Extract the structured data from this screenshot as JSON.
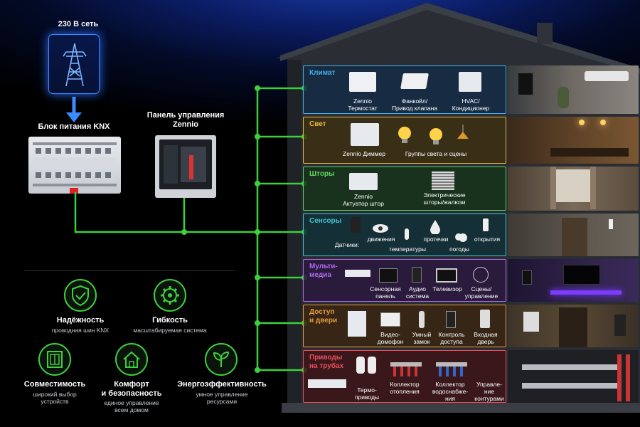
{
  "power": {
    "title": "230 В сеть"
  },
  "psu": {
    "title": "Блок питания KNX"
  },
  "panel": {
    "title_line1": "Панель управления",
    "title_line2": "Zennio"
  },
  "rooms": {
    "climate": {
      "title": "Климат",
      "i1": "Zennio",
      "i1b": "Термостат",
      "i2": "Фанкойл/",
      "i2b": "Привод клапана",
      "i3": "HVAC/",
      "i3b": "Кондиционер"
    },
    "light": {
      "title": "Свет",
      "i1": "Zennio Диммер",
      "i2": "Группы света и сцены"
    },
    "blinds": {
      "title": "Шторы",
      "i1": "Zennio",
      "i1b": "Актуатор штор",
      "i2": "Электрические",
      "i2b": "шторы/жалюзи"
    },
    "sensors": {
      "title": "Сенсоры",
      "prefix": "Датчики:",
      "i1": "движения",
      "i2": "температуры",
      "i3": "протечки",
      "i4": "погоды",
      "i5": "открытия"
    },
    "media": {
      "title_line1": "Мульти-",
      "title_line2": "медиа",
      "i1": "Сенсорная",
      "i1b": "панель",
      "i2": "Аудио",
      "i2b": "система",
      "i3": "Телевизор",
      "i4": "Сцены/",
      "i4b": "управление"
    },
    "access": {
      "title_line1": "Доступ",
      "title_line2": "и двери",
      "i1": "Видео-",
      "i1b": "домофон",
      "i2": "Умный",
      "i2b": "замок",
      "i3": "Контроль",
      "i3b": "доступа",
      "i4": "Входная",
      "i4b": "дверь"
    },
    "pipes": {
      "title_line1": "Приводы",
      "title_line2": "на трубах",
      "i1": "Термо-",
      "i1b": "приводы",
      "i2": "Коллектор",
      "i2b": "отопления",
      "i3": "Коллектор",
      "i3b": "водоснабже-",
      "i3c": "ния",
      "i4": "Управле-",
      "i4b": "ние",
      "i4c": "контурами"
    }
  },
  "features": [
    {
      "title": "Надёжность",
      "sub1": "проводная шин KNX",
      "sub2": "",
      "icon": "shield-check-icon"
    },
    {
      "title": "Гибкость",
      "sub1": "масштабируемая система",
      "sub2": "",
      "icon": "gear-wrench-icon"
    },
    {
      "title": "Совместимость",
      "sub1": "широкий выбор",
      "sub2": "устройств",
      "icon": "device-square-icon"
    },
    {
      "title": "Комфорт",
      "title2": "и безопасность",
      "sub1": "единое управление",
      "sub2": "всем домом",
      "icon": "home-icon"
    },
    {
      "title": "Энергоэффективность",
      "sub1": "умное управление",
      "sub2": "ресурсами",
      "icon": "leaf-icon"
    }
  ],
  "colors": {
    "green": "#3ecf3e",
    "climate": "#3fb1e8",
    "light": "#e8b73f",
    "blinds": "#5fd35f",
    "sensors": "#3fc6cf",
    "media": "#b06ae8",
    "access": "#e89a3f",
    "pipes": "#e8505a"
  }
}
